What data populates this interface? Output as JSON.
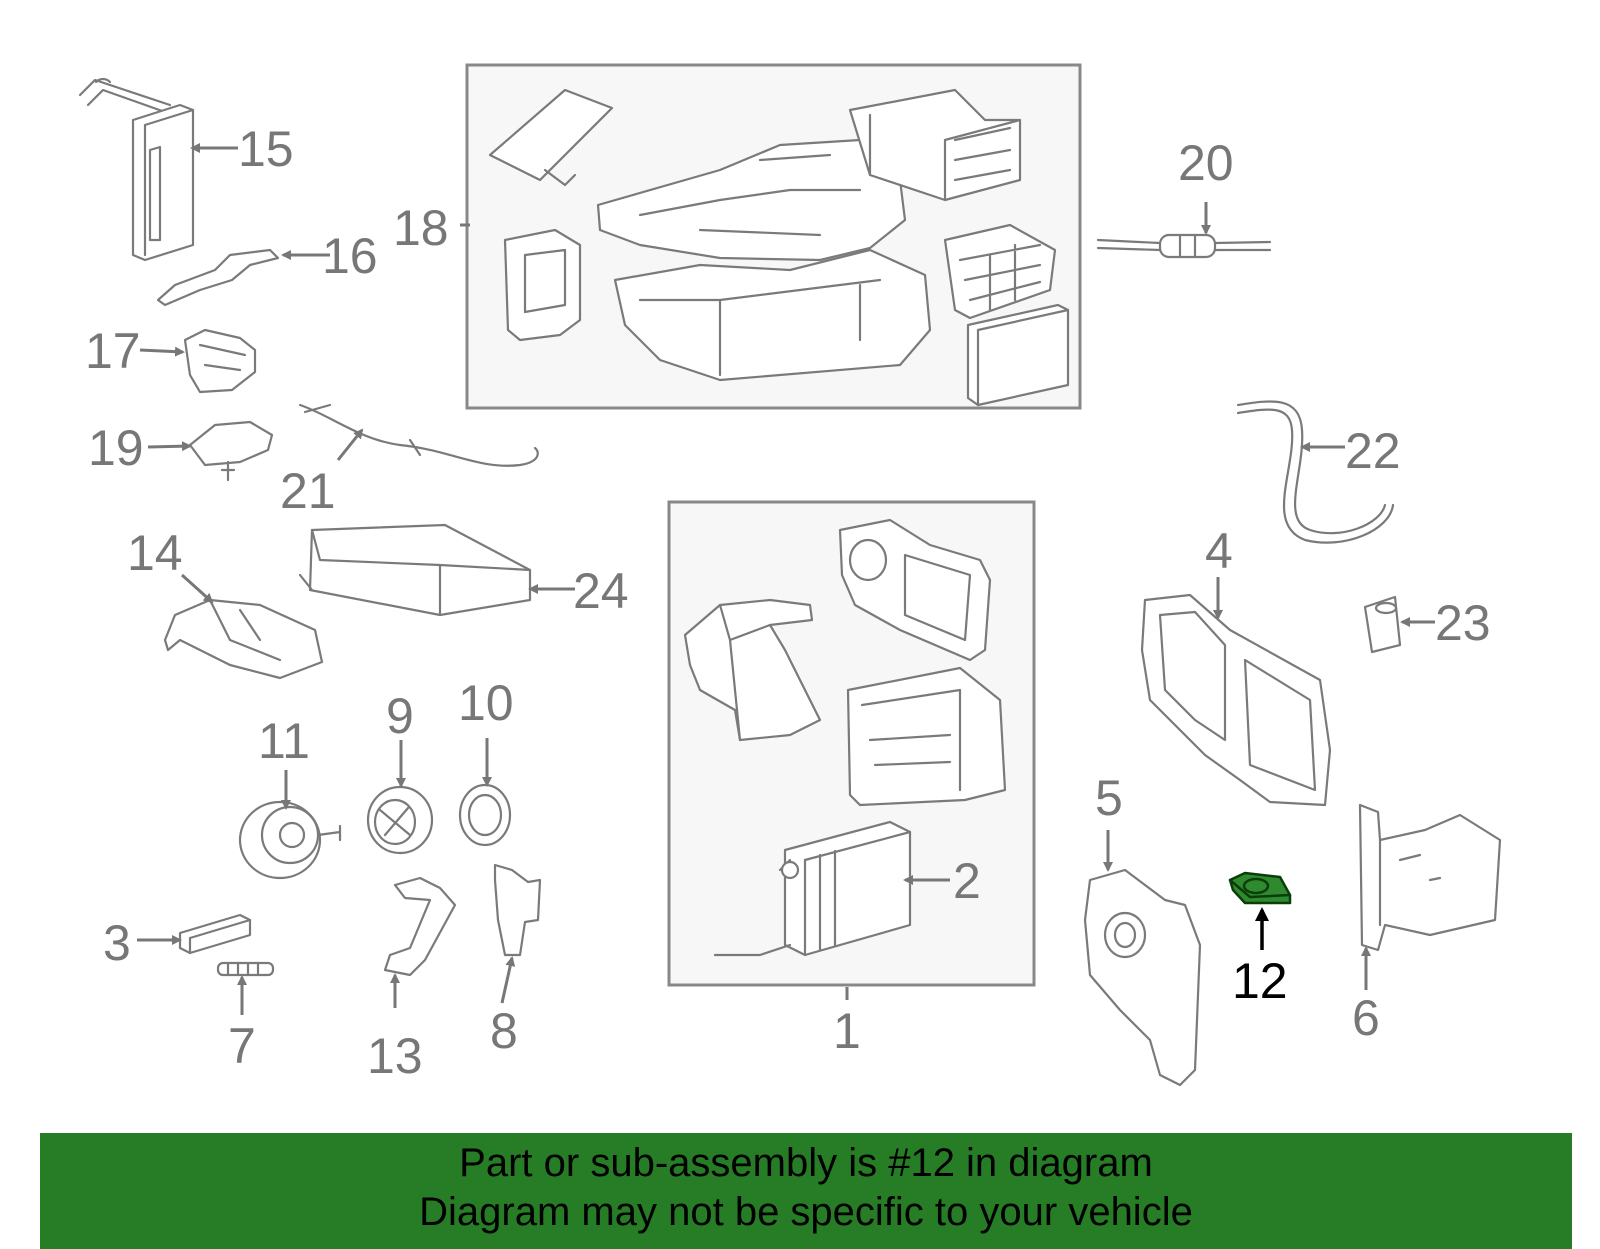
{
  "callouts": {
    "c1": "1",
    "c2": "2",
    "c3": "3",
    "c4": "4",
    "c5": "5",
    "c6": "6",
    "c7": "7",
    "c8": "8",
    "c9": "9",
    "c10": "10",
    "c11": "11",
    "c12": "12",
    "c13": "13",
    "c14": "14",
    "c15": "15",
    "c16": "16",
    "c17": "17",
    "c18": "18",
    "c19": "19",
    "c20": "20",
    "c21": "21",
    "c22": "22",
    "c23": "23",
    "c24": "24"
  },
  "banner": {
    "line1": "Part or sub-assembly is #12 in diagram",
    "line2": "Diagram may not be specific to your vehicle"
  },
  "colors": {
    "banner_bg": "#267d26",
    "highlight_part": "#2f8a2f",
    "line_gray": "#7a7a7a"
  }
}
